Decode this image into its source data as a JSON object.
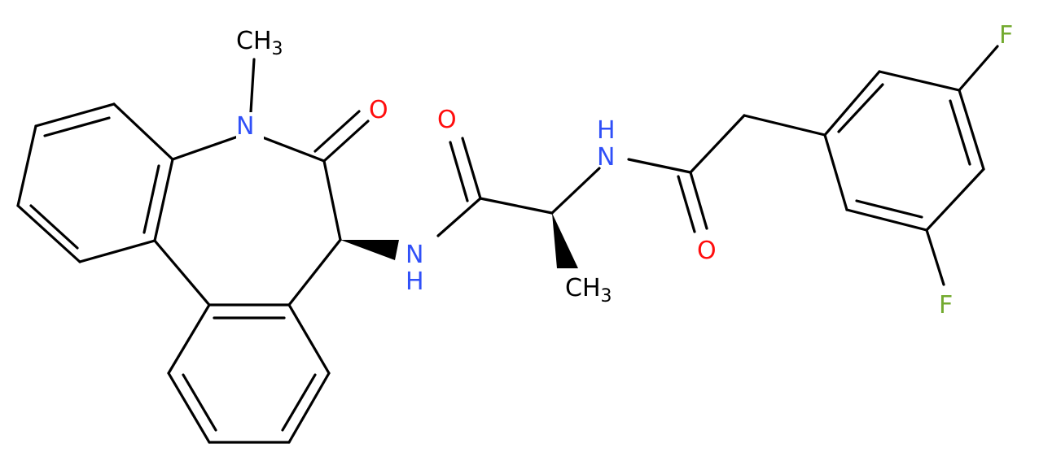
{
  "colors": {
    "carbon": "#000000",
    "nitrogen": "#3050F8",
    "oxygen": "#FF0D0D",
    "fluorine": "#73AA2F",
    "background": "#ffffff"
  },
  "labels": {
    "methyl_top": {
      "main": "CH",
      "sub": "3"
    },
    "n_ring": "N",
    "o_ring_carbonyl": "O",
    "nh_amide_left": {
      "n": "N",
      "h": "H"
    },
    "o_amide_mid": "O",
    "nh_amide_right": {
      "h": "H",
      "n": "N"
    },
    "methyl_ala": {
      "main": "CH",
      "sub": "3"
    },
    "o_amide_right": "O",
    "f_top": "F",
    "f_bottom": "F"
  }
}
